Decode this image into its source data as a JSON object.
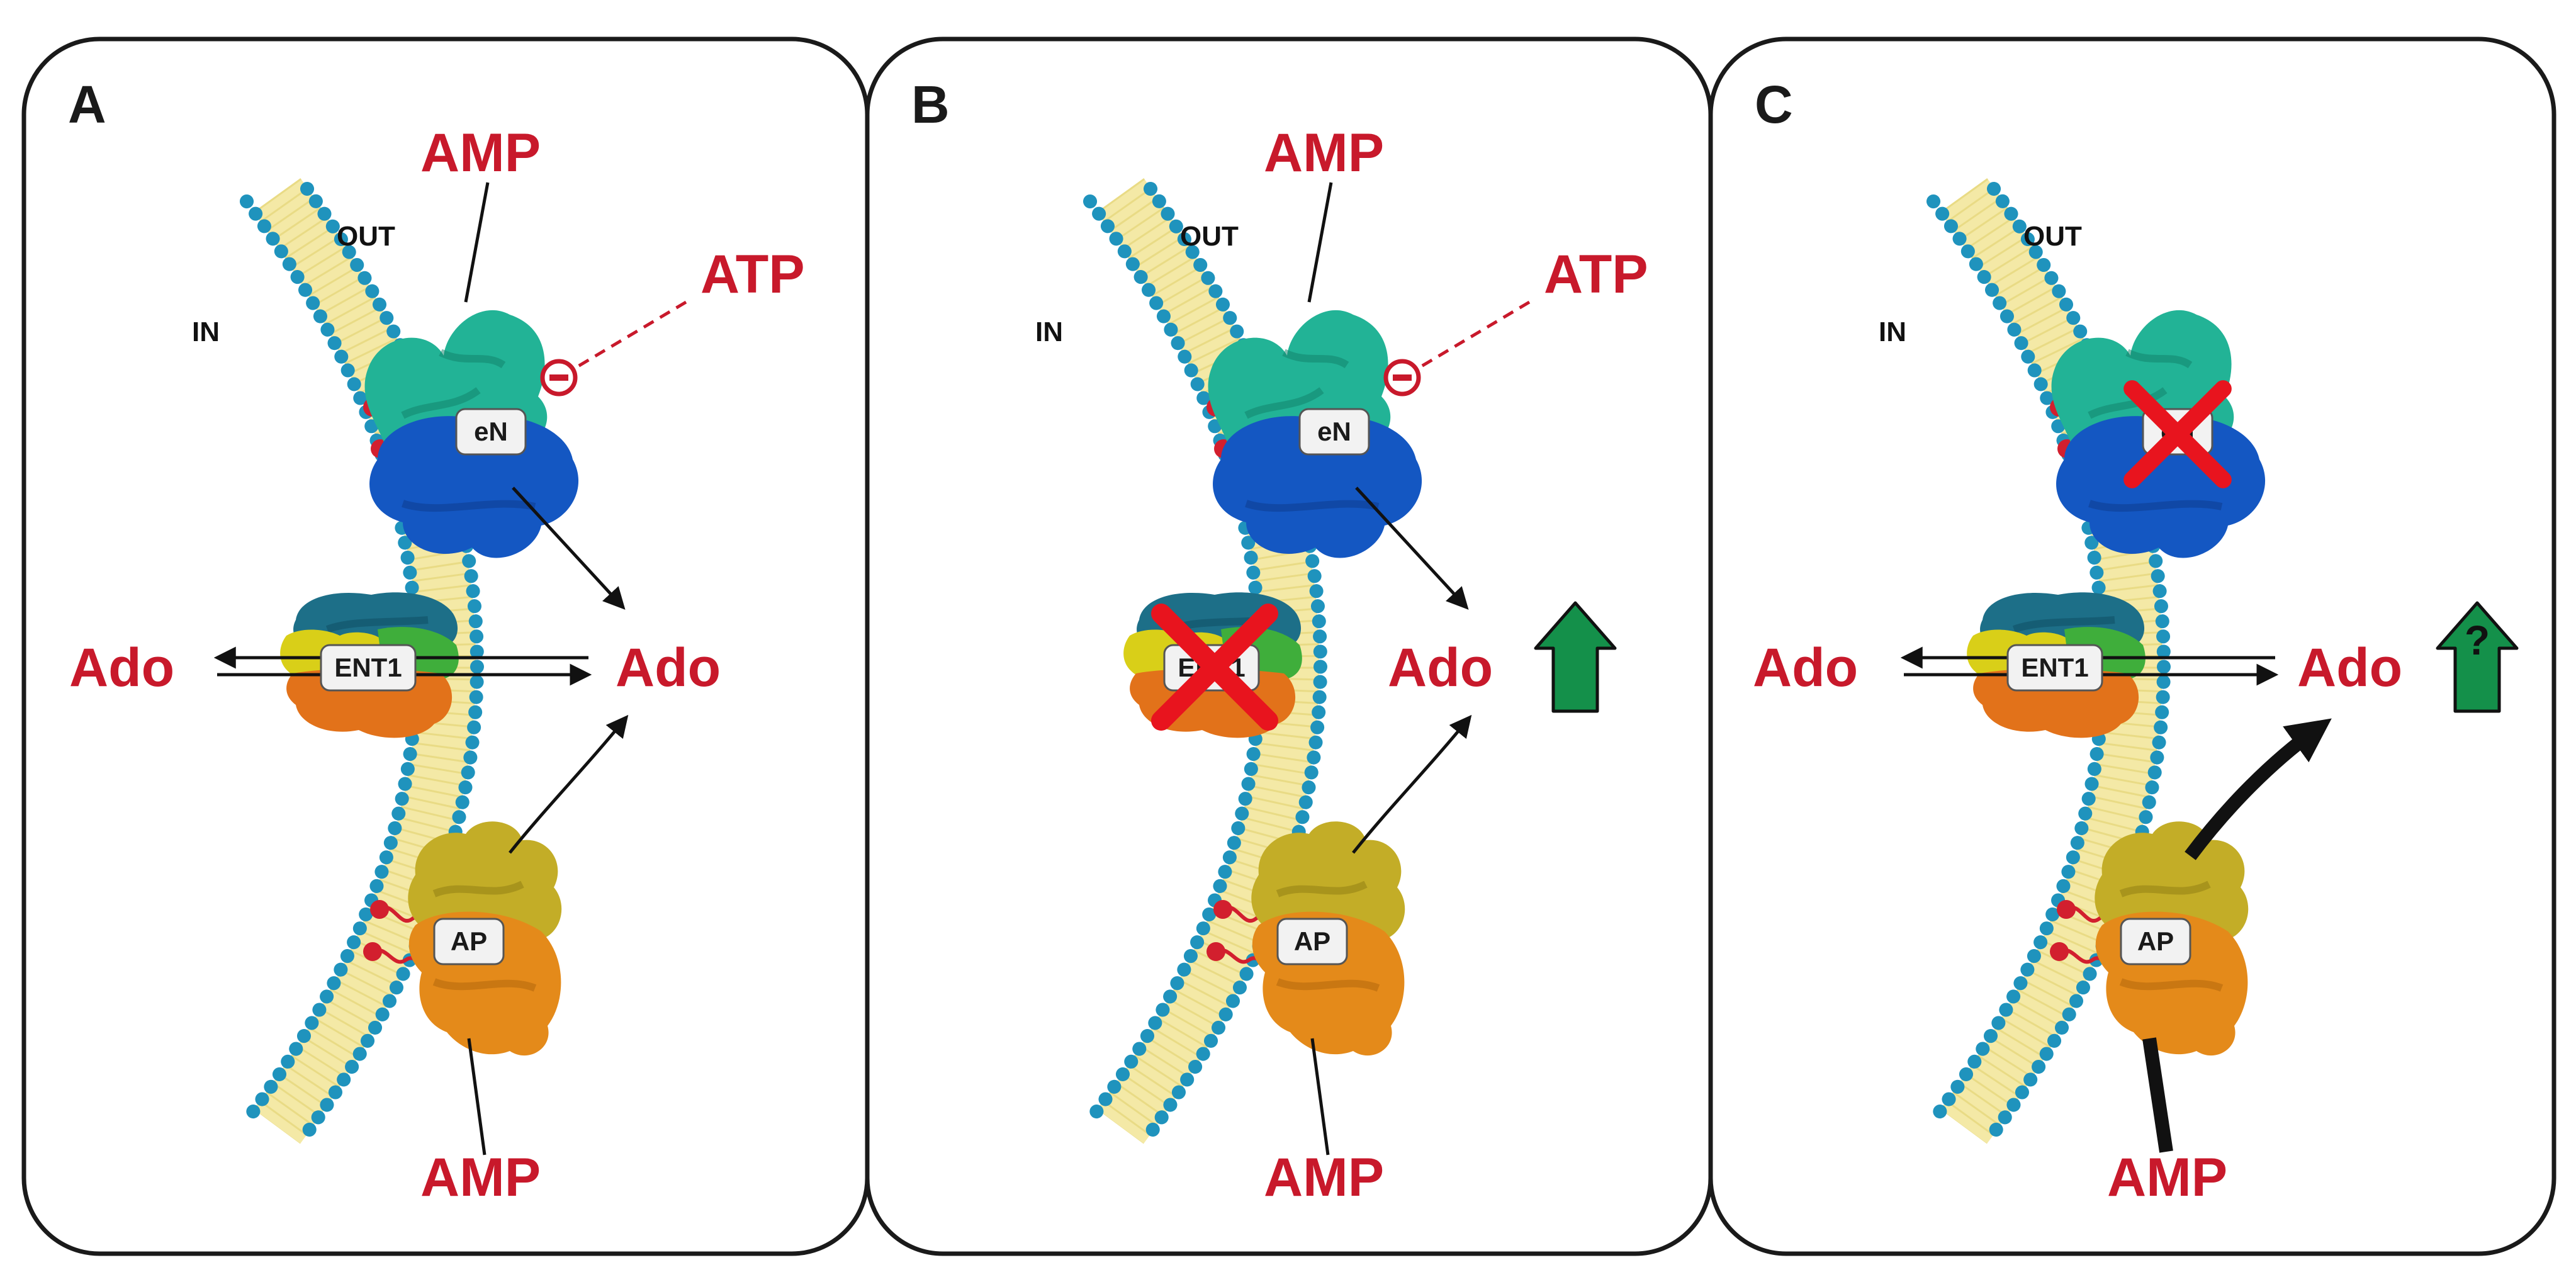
{
  "colors": {
    "label_red": "#c8192b",
    "membrane_head": "#1f93bd",
    "membrane_tail": "#f4e9a6",
    "en_top": "#22b396",
    "en_bottom": "#1457c2",
    "ap_top": "#c3ad27",
    "ap_bottom": "#e48a1a",
    "ent_top": "#1d6f88",
    "ent_mid": "#d9cf18",
    "ent_bottom": "#e2721a",
    "anchor_red": "#d21f2e",
    "cross_red": "#e8141e",
    "up_arrow_green": "#14904a"
  },
  "icons": {
    "cross": "red-x-icon",
    "up_arrow": "green-up-arrow-icon",
    "inhibition": "inhibition-minus-icon"
  },
  "panels": [
    {
      "letter": "A",
      "out_label": "OUT",
      "in_label": "IN",
      "amp_top": "AMP",
      "atp": "ATP",
      "en_tag": "eN",
      "ent_tag": "ENT1",
      "ap_tag": "AP",
      "ado_left": "Ado",
      "ado_right": "Ado",
      "amp_bottom": "AMP"
    },
    {
      "letter": "B",
      "out_label": "OUT",
      "in_label": "IN",
      "amp_top": "AMP",
      "atp": "ATP",
      "en_tag": "eN",
      "ent_tag": "ENT1",
      "ap_tag": "AP",
      "ado_right": "Ado",
      "amp_bottom": "AMP"
    },
    {
      "letter": "C",
      "out_label": "OUT",
      "in_label": "IN",
      "en_tag": "eN",
      "ent_tag": "ENT1",
      "ap_tag": "AP",
      "ado_left": "Ado",
      "ado_right": "Ado",
      "question": "?",
      "amp_bottom": "AMP"
    }
  ]
}
